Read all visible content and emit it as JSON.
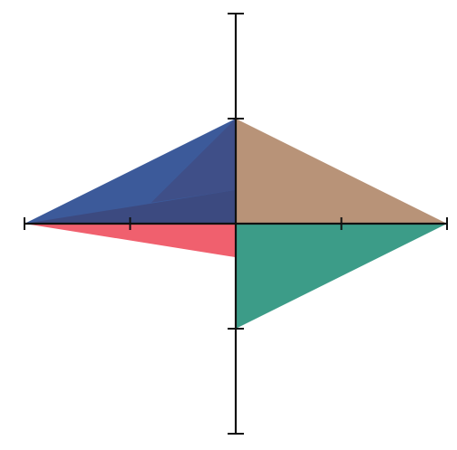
{
  "chart_data": {
    "type": "area",
    "title": "",
    "xlabel": "",
    "ylabel": "",
    "xlim": [
      -2,
      2
    ],
    "ylim": [
      -2,
      2
    ],
    "x_ticks": [
      -2,
      -1,
      0,
      1,
      2
    ],
    "y_ticks": [
      -2,
      -1,
      0,
      1,
      2
    ],
    "grid": false,
    "legend": "none",
    "axis_color": "#111111",
    "series": [
      {
        "color": "#b89378",
        "points": [
          [
            0,
            0
          ],
          [
            0,
            1
          ],
          [
            2,
            0
          ]
        ]
      },
      {
        "color": "#3c9c88",
        "points": [
          [
            0,
            0
          ],
          [
            2,
            0
          ],
          [
            0,
            -1
          ]
        ]
      },
      {
        "color": "#f0606e",
        "points": [
          [
            0,
            0
          ],
          [
            -2,
            0
          ],
          [
            0,
            -0.32
          ]
        ]
      },
      {
        "color": "#3c5a9a",
        "points": [
          [
            0,
            0
          ],
          [
            -2,
            0
          ],
          [
            0,
            1
          ]
        ]
      },
      {
        "color": "#3c4a80",
        "points": [
          [
            0,
            0
          ],
          [
            -2,
            0
          ],
          [
            0,
            0.32
          ]
        ]
      },
      {
        "color": "#3f4f88",
        "points": [
          [
            0,
            0.32
          ],
          [
            -0.8,
            0.2
          ],
          [
            0,
            1
          ]
        ]
      }
    ]
  }
}
